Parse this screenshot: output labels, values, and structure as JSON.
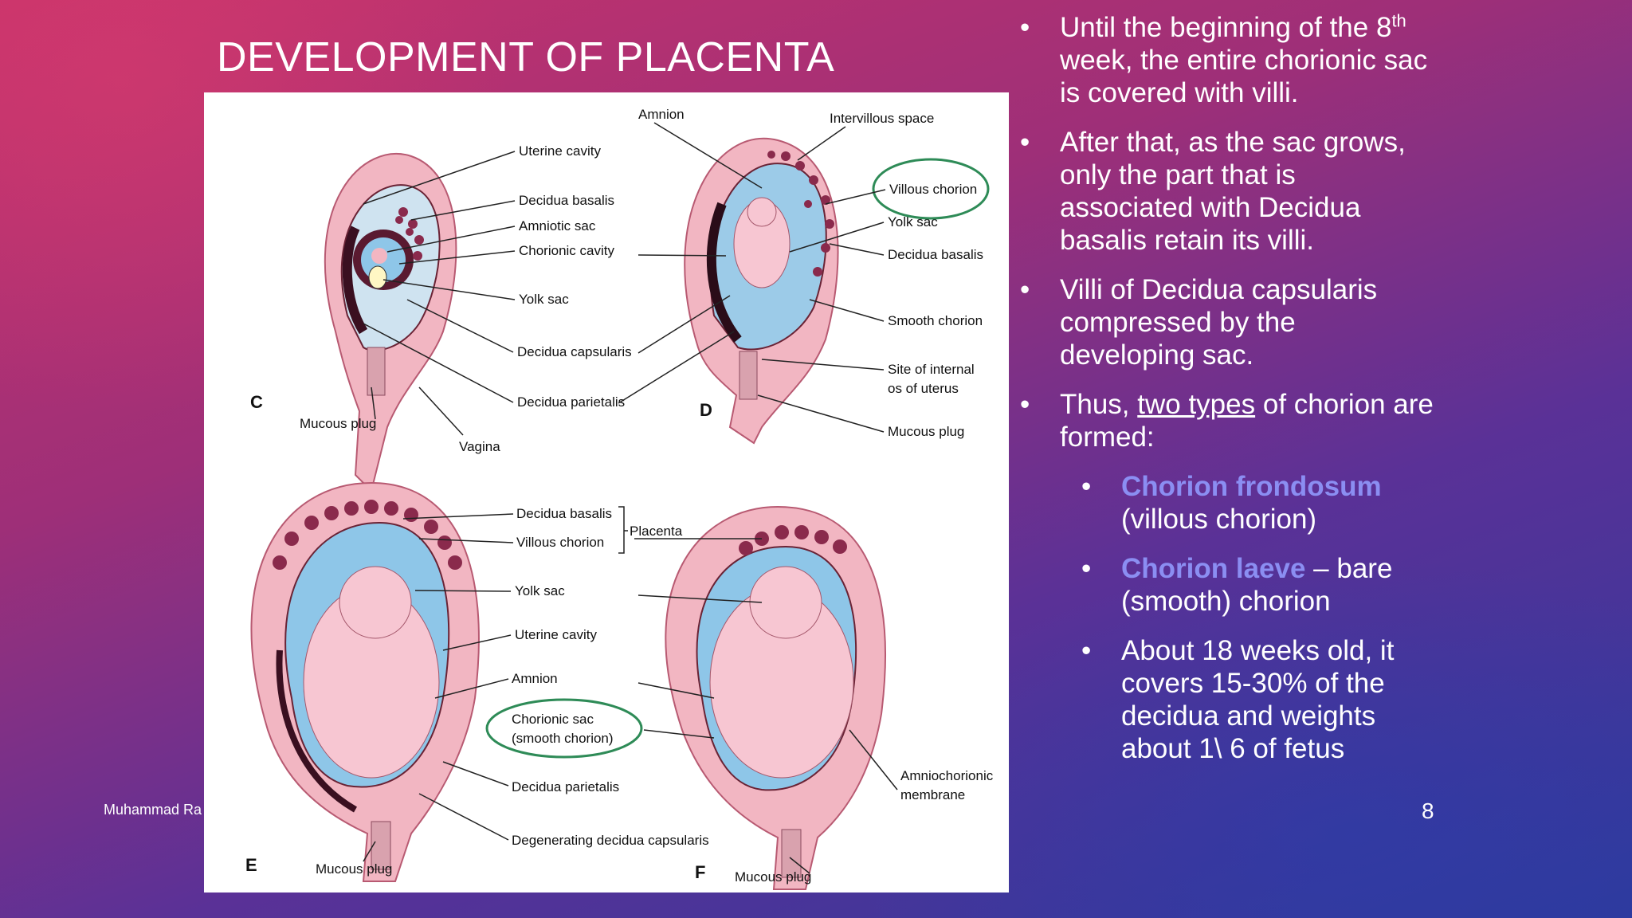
{
  "slide": {
    "title": "DEVELOPMENT OF PLACENTA",
    "author": "Muhammad Ra",
    "page_number": "8"
  },
  "bullets": {
    "b1_a": "Until the beginning of the",
    "b1_num": "8",
    "b1_sup": "th",
    "b1_b": " week, the entire chorionic sac is covered with villi.",
    "b2": "After that, as the sac grows, only the part that is associated with Decidua basalis retain its villi.",
    "b3": "Villi of Decidua capsularis compressed by the developing sac.",
    "b4_a": "Thus, ",
    "b4_u": "two types",
    "b4_b": " of chorion are formed:",
    "s1_hl": "Chorion frondosum",
    "s1_rest": "(villous chorion)",
    "s2_hl": "Chorion laeve",
    "s2_rest": " – bare (smooth) chorion",
    "s3": "About 18 weeks old, it covers 15-30% of the decidua and weights about 1\\ 6 of fetus"
  },
  "figure": {
    "panel_c": "C",
    "panel_d": "D",
    "panel_e": "E",
    "panel_f": "F",
    "c_labels": {
      "uterine_cavity": "Uterine cavity",
      "decidua_basalis": "Decidua basalis",
      "amniotic_sac": "Amniotic sac",
      "chorionic_cavity": "Chorionic cavity",
      "yolk_sac": "Yolk sac",
      "decidua_capsularis": "Decidua capsularis",
      "decidua_parietalis": "Decidua parietalis",
      "mucous_plug": "Mucous plug",
      "vagina": "Vagina"
    },
    "d_labels": {
      "amnion": "Amnion",
      "intervillous_space": "Intervillous space",
      "villous_chorion": "Villous chorion",
      "yolk_sac": "Yolk sac",
      "decidua_basalis": "Decidua basalis",
      "smooth_chorion": "Smooth chorion",
      "site_internal_os_1": "Site of internal",
      "site_internal_os_2": "os of uterus",
      "mucous_plug": "Mucous plug"
    },
    "e_labels": {
      "decidua_basalis": "Decidua basalis",
      "villous_chorion": "Villous chorion",
      "placenta": "Placenta",
      "yolk_sac": "Yolk sac",
      "uterine_cavity": "Uterine cavity",
      "amnion": "Amnion",
      "chorionic_sac_1": "Chorionic sac",
      "chorionic_sac_2": "(smooth chorion)",
      "decidua_parietalis": "Decidua parietalis",
      "degenerating": "Degenerating decidua capsularis",
      "mucous_plug": "Mucous plug"
    },
    "f_labels": {
      "amniochorionic_1": "Amniochorionic",
      "amniochorionic_2": "membrane",
      "mucous_plug": "Mucous plug"
    },
    "highlight_color": "#2e8b57"
  }
}
